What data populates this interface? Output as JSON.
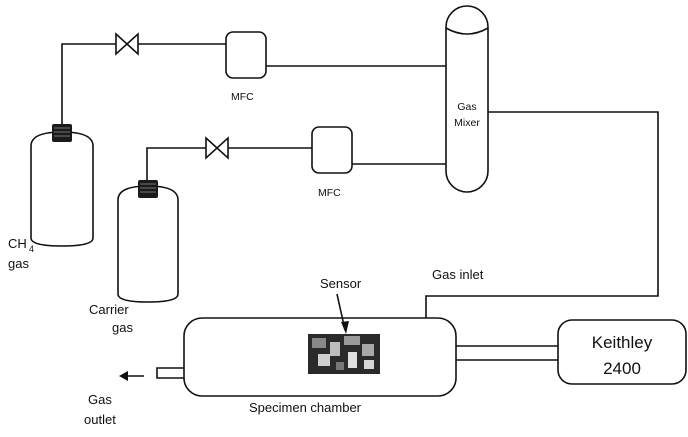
{
  "labels": {
    "ch4_main": "CH",
    "ch4_sub": "4",
    "ch4_gas": "gas",
    "carrier_line1": "Carrier",
    "carrier_line2": "gas",
    "mfc_top": "MFC",
    "mfc_bottom": "MFC",
    "mixer_line1": "Gas",
    "mixer_line2": "Mixer",
    "gas_inlet": "Gas inlet",
    "sensor": "Sensor",
    "chamber": "Specimen chamber",
    "outlet_line1": "Gas",
    "outlet_line2": "outlet",
    "keithley_line1": "Keithley",
    "keithley_line2": "2400"
  },
  "colors": {
    "line": "#111111",
    "background": "#ffffff"
  }
}
